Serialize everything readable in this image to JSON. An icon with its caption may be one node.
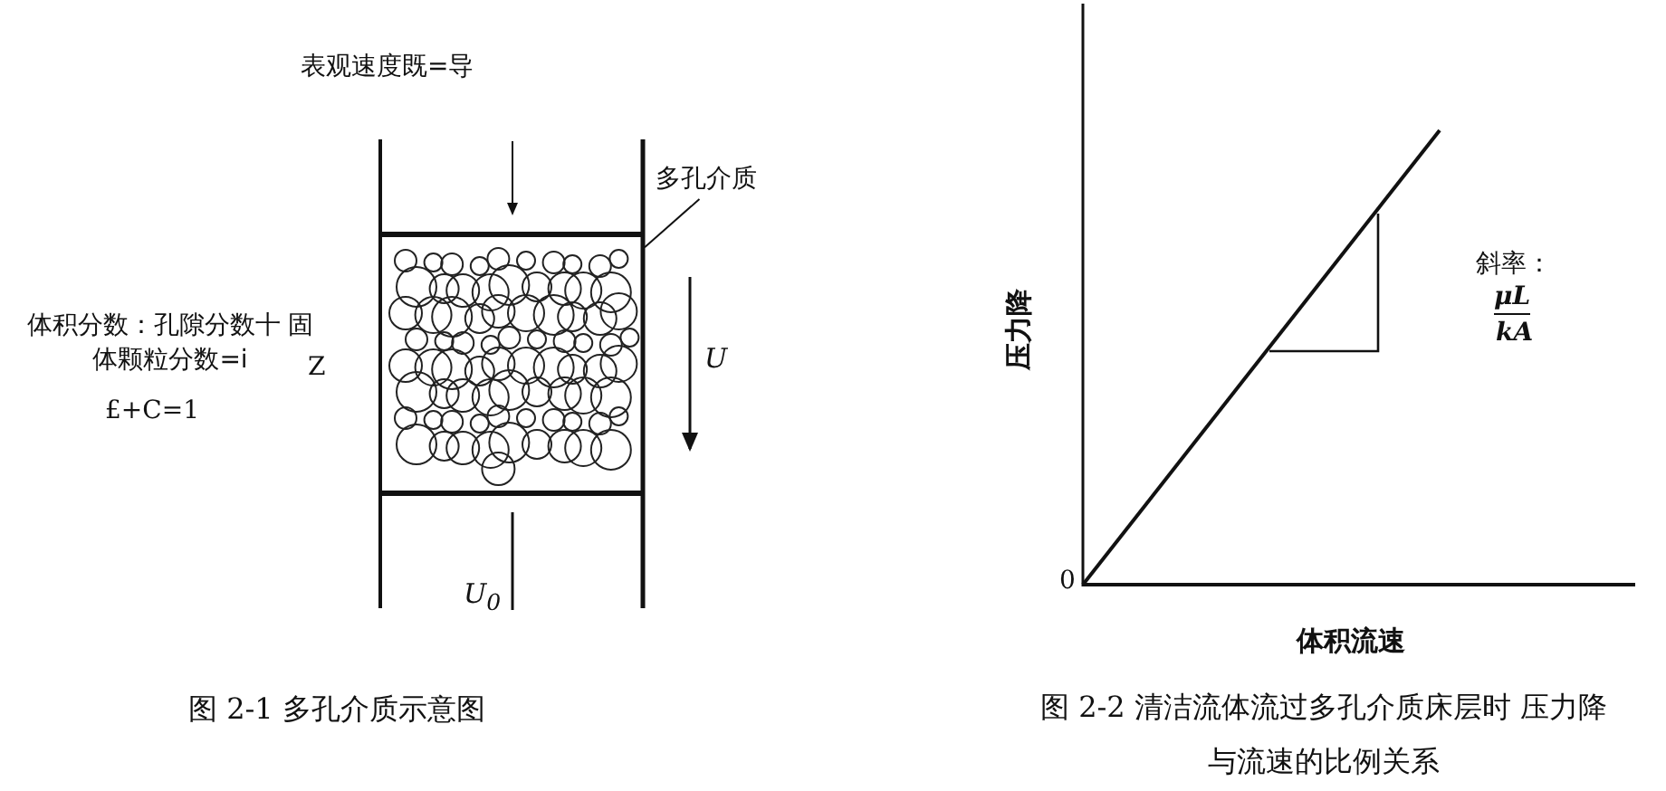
{
  "diagram": {
    "nodes": [
      {
        "text": [
          "多孔介质"
        ]
      },
      {
        "text": [],
        "shape": "box"
      }
    ],
    "edges": [
      {
        "from": 0,
        "to": 1,
        "arrow": "none"
      }
    ],
    "labels": [
      "表观速度既=导",
      "体积分数：孔隙分数十 固体颗粒分数=i",
      "Z",
      "£+C=1",
      "U",
      "U$_{0}$",
      "图 2-1 多孔介质示意图",
      "斜率：",
      "μL",
      "kA",
      "压力降",
      "0",
      "体积流速",
      "图 2-2 清洁流体流过多孔介质床层时 压力降与流速的比例关系"
    ]
  }
}
